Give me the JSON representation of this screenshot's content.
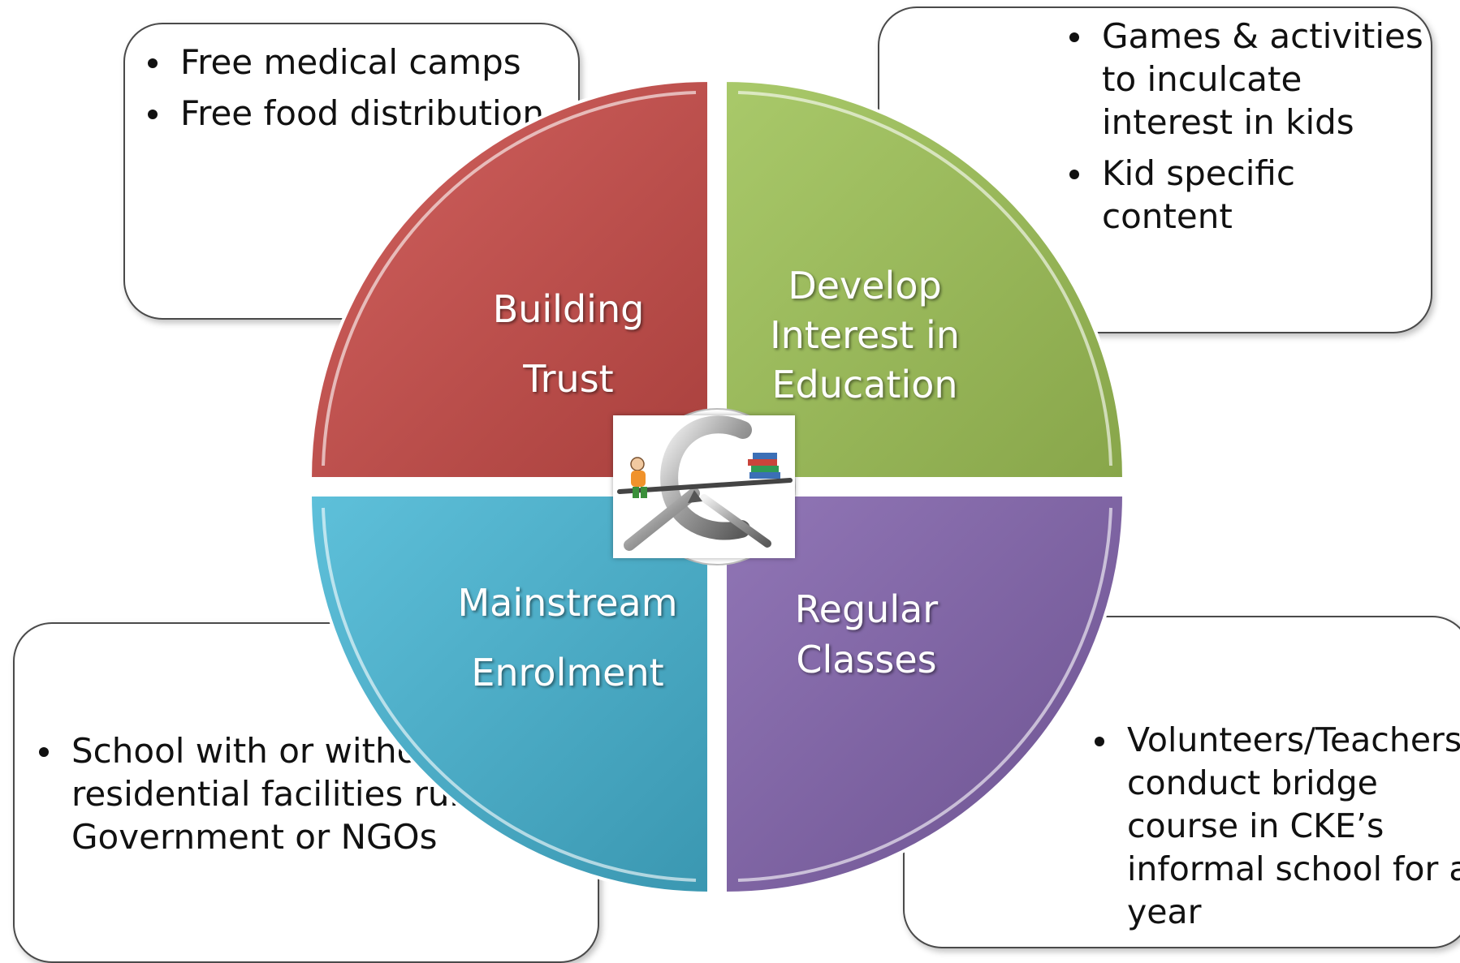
{
  "callouts": {
    "top_left": [
      "Free medical camps",
      "Free food distribution"
    ],
    "top_right": [
      "Games & activities to inculcate interest in kids",
      "Kid specific content"
    ],
    "bottom_left": [
      "School with or without residential facilities run by Government or NGOs"
    ],
    "bottom_right": [
      "Volunteers/Teachers conduct bridge course in CKE’s informal school for a year"
    ]
  },
  "quadrants": {
    "top_left": {
      "lines": [
        "Building",
        "Trust"
      ],
      "color": "#c0504d"
    },
    "top_right": {
      "lines": [
        "Develop",
        "Interest in",
        "Education"
      ],
      "color": "#9bbb59"
    },
    "bottom_left": {
      "lines": [
        "Mainstream",
        "Enrolment"
      ],
      "color": "#4bacc6"
    },
    "bottom_right": {
      "lines": [
        "Regular",
        "Classes"
      ],
      "color": "#8064a2"
    }
  },
  "logo": {
    "icon": "cke-logo-seesaw-child-books"
  }
}
